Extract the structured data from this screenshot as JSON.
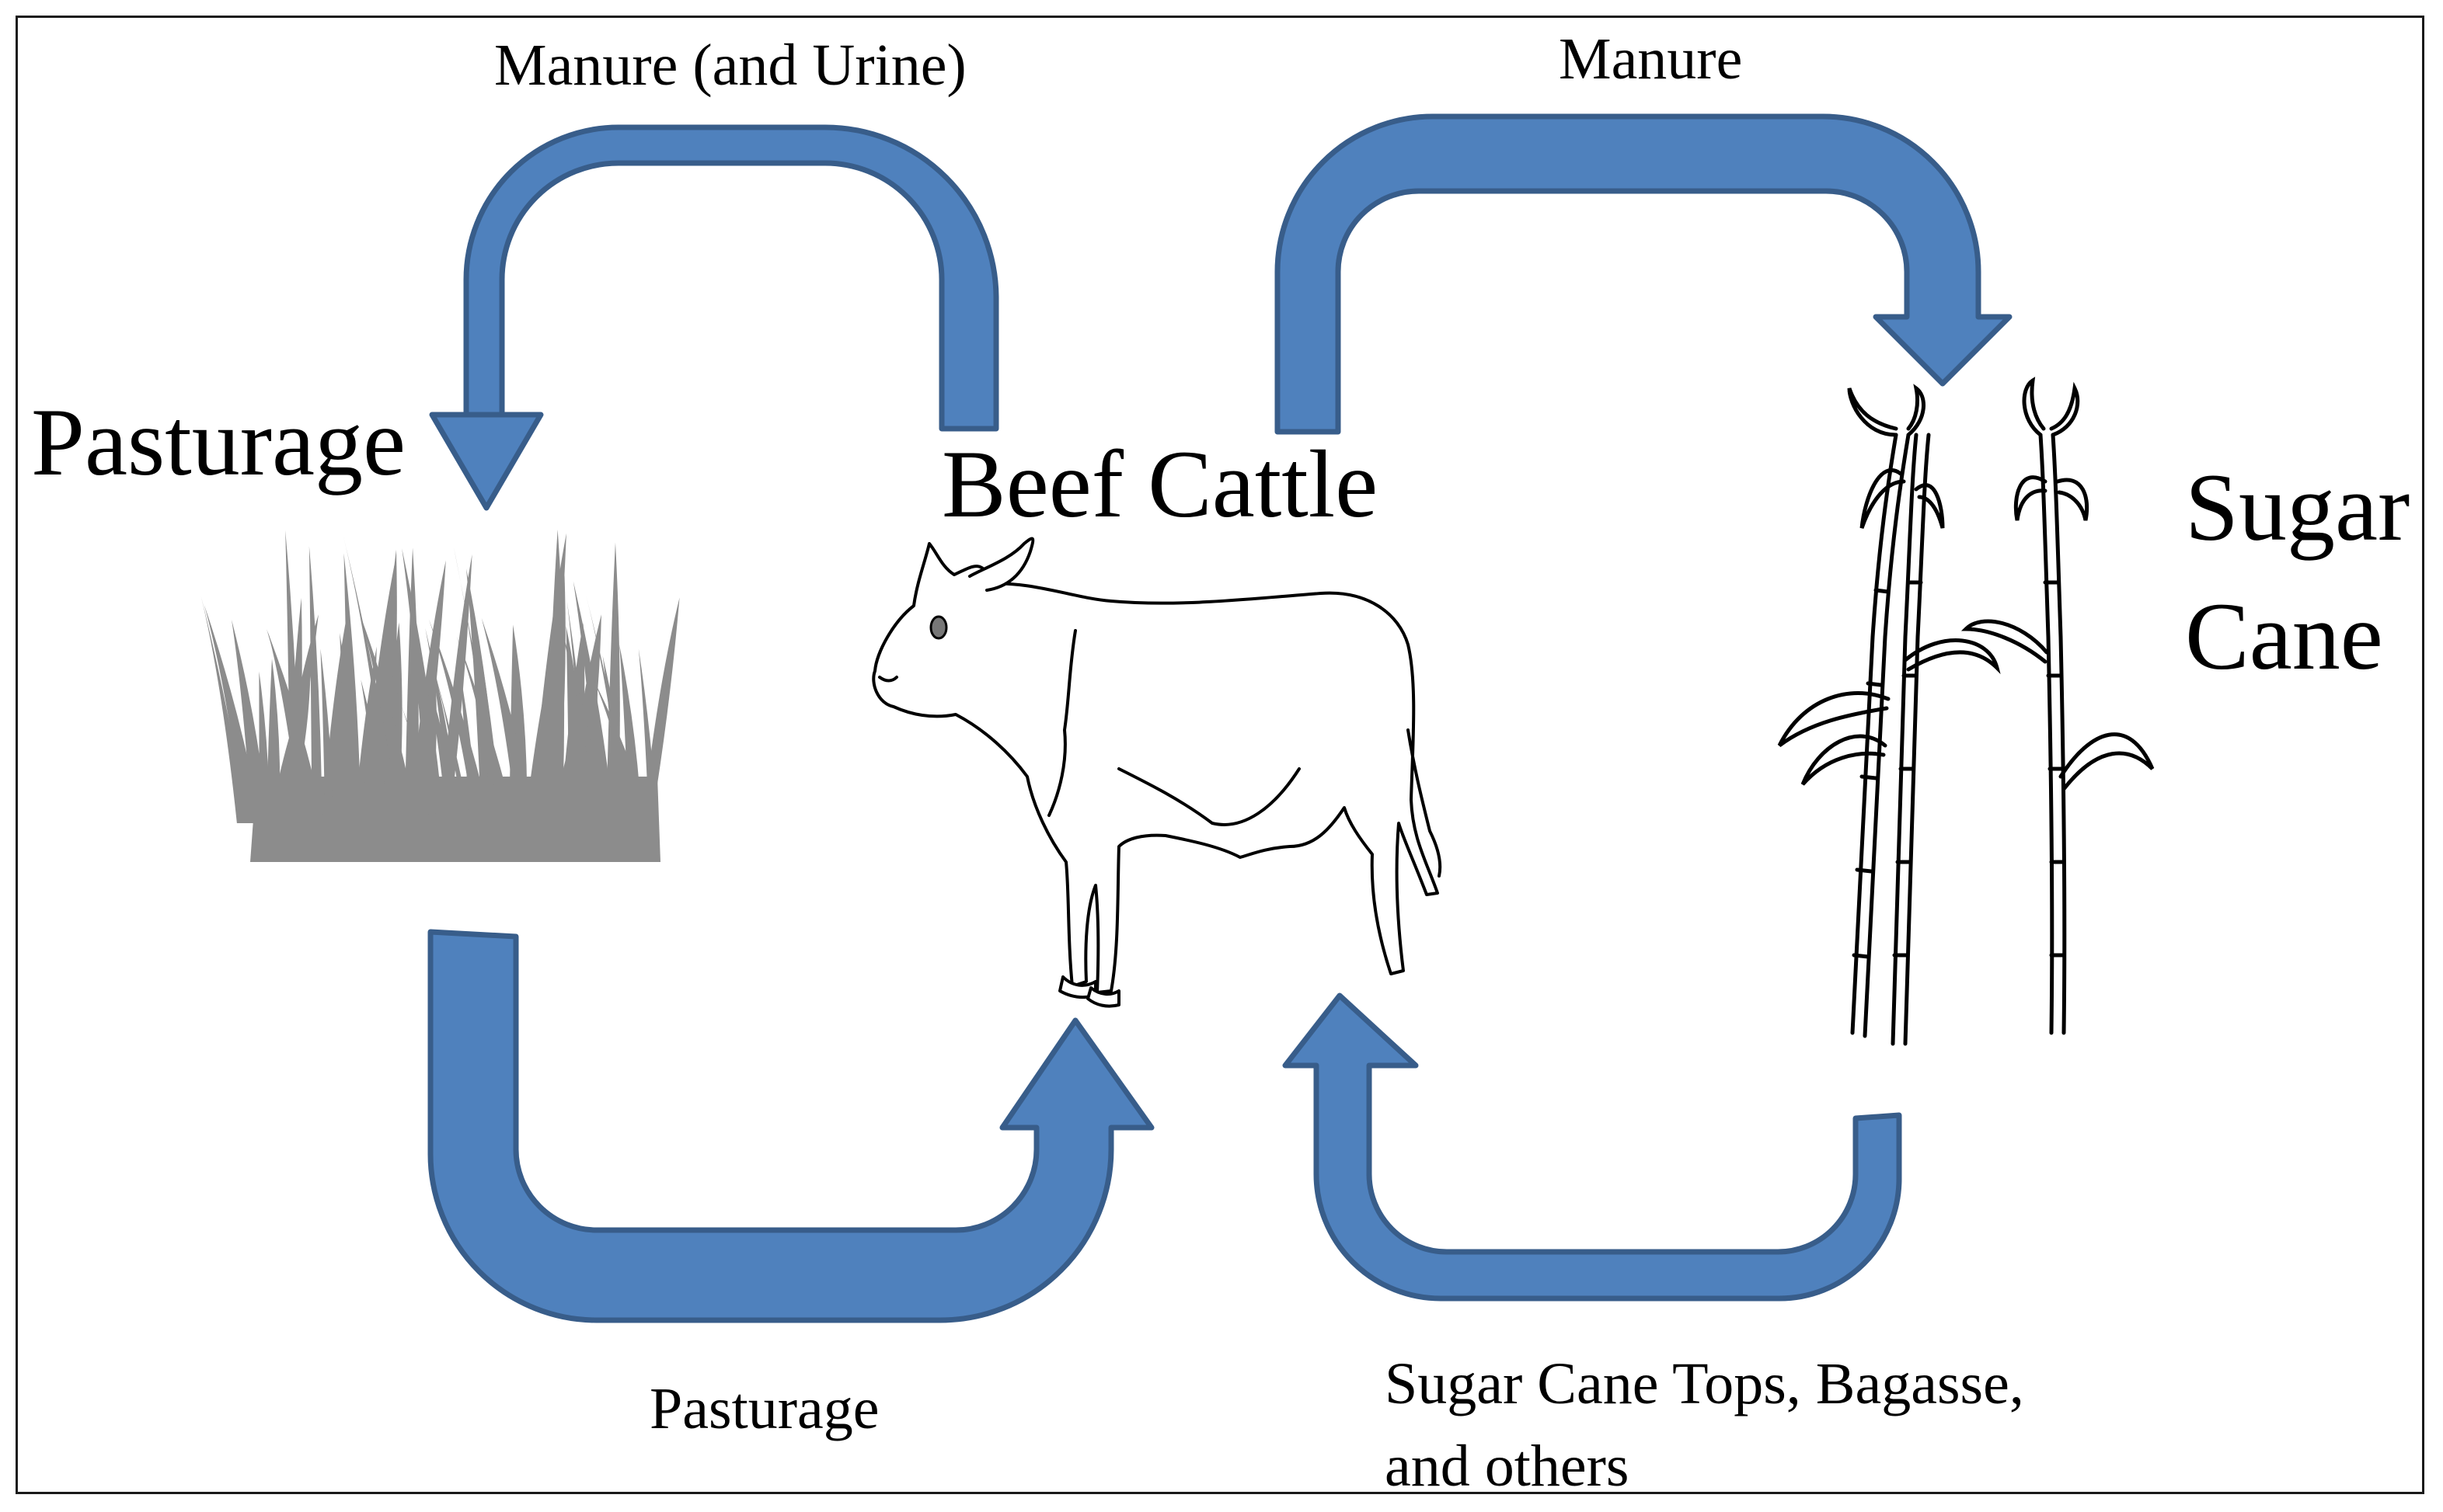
{
  "colors": {
    "arrow_fill": "#4f81bd",
    "arrow_stroke": "#385d8a",
    "grass": "#8c8c8c",
    "outline": "#000000"
  },
  "diagram": {
    "nodes": {
      "pasturage": "Pasturage",
      "beef_cattle": "Beef Cattle",
      "sugar_cane_line1": "Sugar",
      "sugar_cane_line2": "Cane"
    },
    "flows": {
      "cattle_to_pasture": "Manure (and Urine)",
      "cattle_to_cane": "Manure",
      "pasture_to_cattle": "Pasturage",
      "cane_to_cattle_line1": "Sugar Cane Tops, Bagasse,",
      "cane_to_cattle_line2": "and others"
    },
    "icons": [
      "grass-icon",
      "cow-icon",
      "sugar-cane-icon"
    ]
  }
}
